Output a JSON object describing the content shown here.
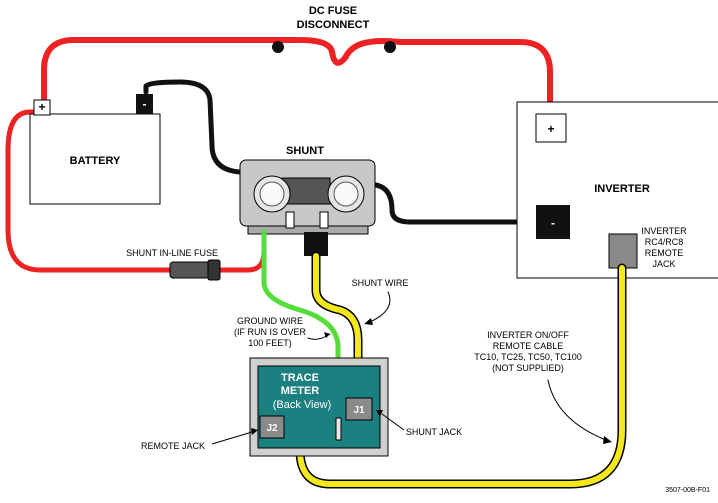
{
  "labels": {
    "fuse_title_1": "DC FUSE",
    "fuse_title_2": "DISCONNECT",
    "battery": "BATTERY",
    "battery_plus": "+",
    "battery_minus": "-",
    "shunt": "SHUNT",
    "inverter": "INVERTER",
    "inverter_plus": "+",
    "inverter_minus": "-",
    "inverter_jack_1": "INVERTER",
    "inverter_jack_2": "RC4/RC8",
    "inverter_jack_3": "REMOTE",
    "inverter_jack_4": "JACK",
    "inline_fuse": "SHUNT IN-LINE FUSE",
    "shunt_wire": "SHUNT WIRE",
    "ground_1": "GROUND WIRE",
    "ground_2": "(IF RUN IS OVER",
    "ground_3": "100 FEET)",
    "cable_1": "INVERTER ON/OFF",
    "cable_2": "REMOTE CABLE",
    "cable_3": "TC10, TC25, TC50, TC100",
    "cable_4": "(NOT SUPPLIED)",
    "meter_1": "TRACE",
    "meter_2": "METER",
    "meter_3": "(Back View)",
    "j1": "J1",
    "j2": "J2",
    "remote_jack": "REMOTE JACK",
    "shunt_jack": "SHUNT JACK",
    "fig_id": "3507-00B-F01"
  },
  "colors": {
    "positive_wire": "#ee2222",
    "negative_wire": "#111111",
    "yellow_wire": "#f4e81a",
    "ground_wire": "#55dd3a",
    "meter_face": "#1a8080",
    "meter_frame": "#d0d0d0",
    "terminal_minus": "#111111",
    "jack_gray": "#8a8a8a"
  }
}
